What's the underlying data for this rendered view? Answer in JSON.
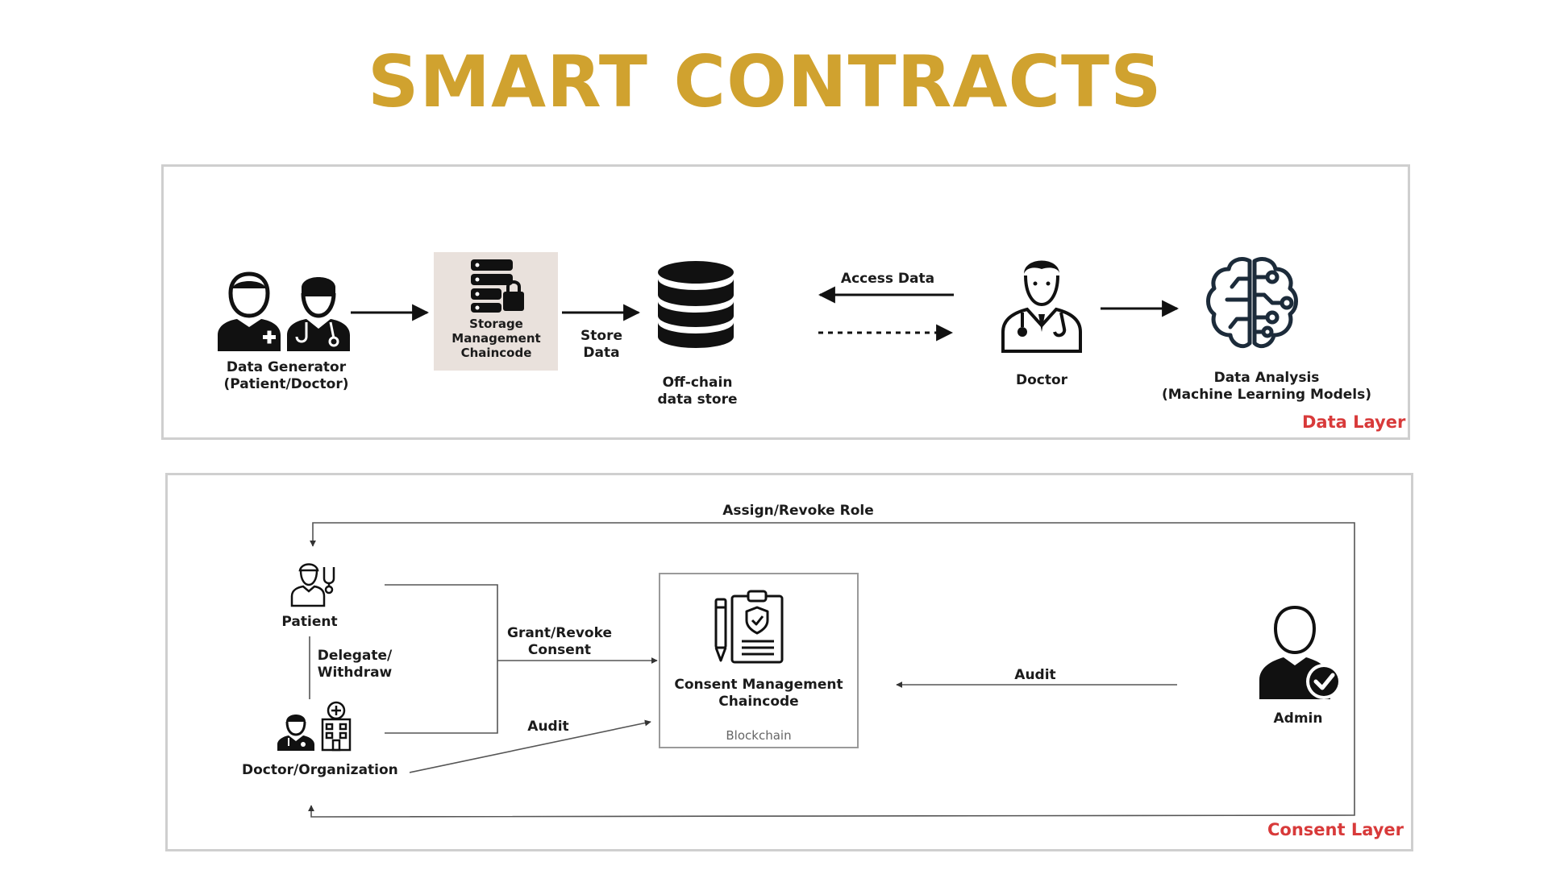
{
  "title": "SMART CONTRACTS",
  "colors": {
    "title": "#d0a22f",
    "layer_label": "#d83a3a",
    "chaincode_bg": "#e9e1dc"
  },
  "data_layer": {
    "name": "Data Layer",
    "data_generator": "Data Generator\n(Patient/Doctor)",
    "storage_chaincode": "Storage\nManagement\nChaincode",
    "store_data": "Store Data",
    "offchain": "Off-chain\ndata store",
    "access_data": "Access Data",
    "doctor": "Doctor",
    "data_analysis": "Data Analysis\n(Machine Learning Models)"
  },
  "consent_layer": {
    "name": "Consent Layer",
    "assign_revoke": "Assign/Revoke Role",
    "patient": "Patient",
    "delegate": "Delegate/\nWithdraw",
    "doctor_org": "Doctor/Organization",
    "grant_revoke": "Grant/Revoke\nConsent",
    "audit_left": "Audit",
    "consent_chaincode": "Consent Management\nChaincode",
    "blockchain": "Blockchain",
    "audit_right": "Audit",
    "admin": "Admin"
  },
  "icons": [
    "patient-icon",
    "doctor-icon",
    "server-lock-icon",
    "database-icon",
    "doctor-icon",
    "brain-circuit-icon",
    "medical-staff-icon",
    "doctor-small-icon",
    "hospital-icon",
    "clipboard-shield-icon",
    "admin-check-icon"
  ]
}
